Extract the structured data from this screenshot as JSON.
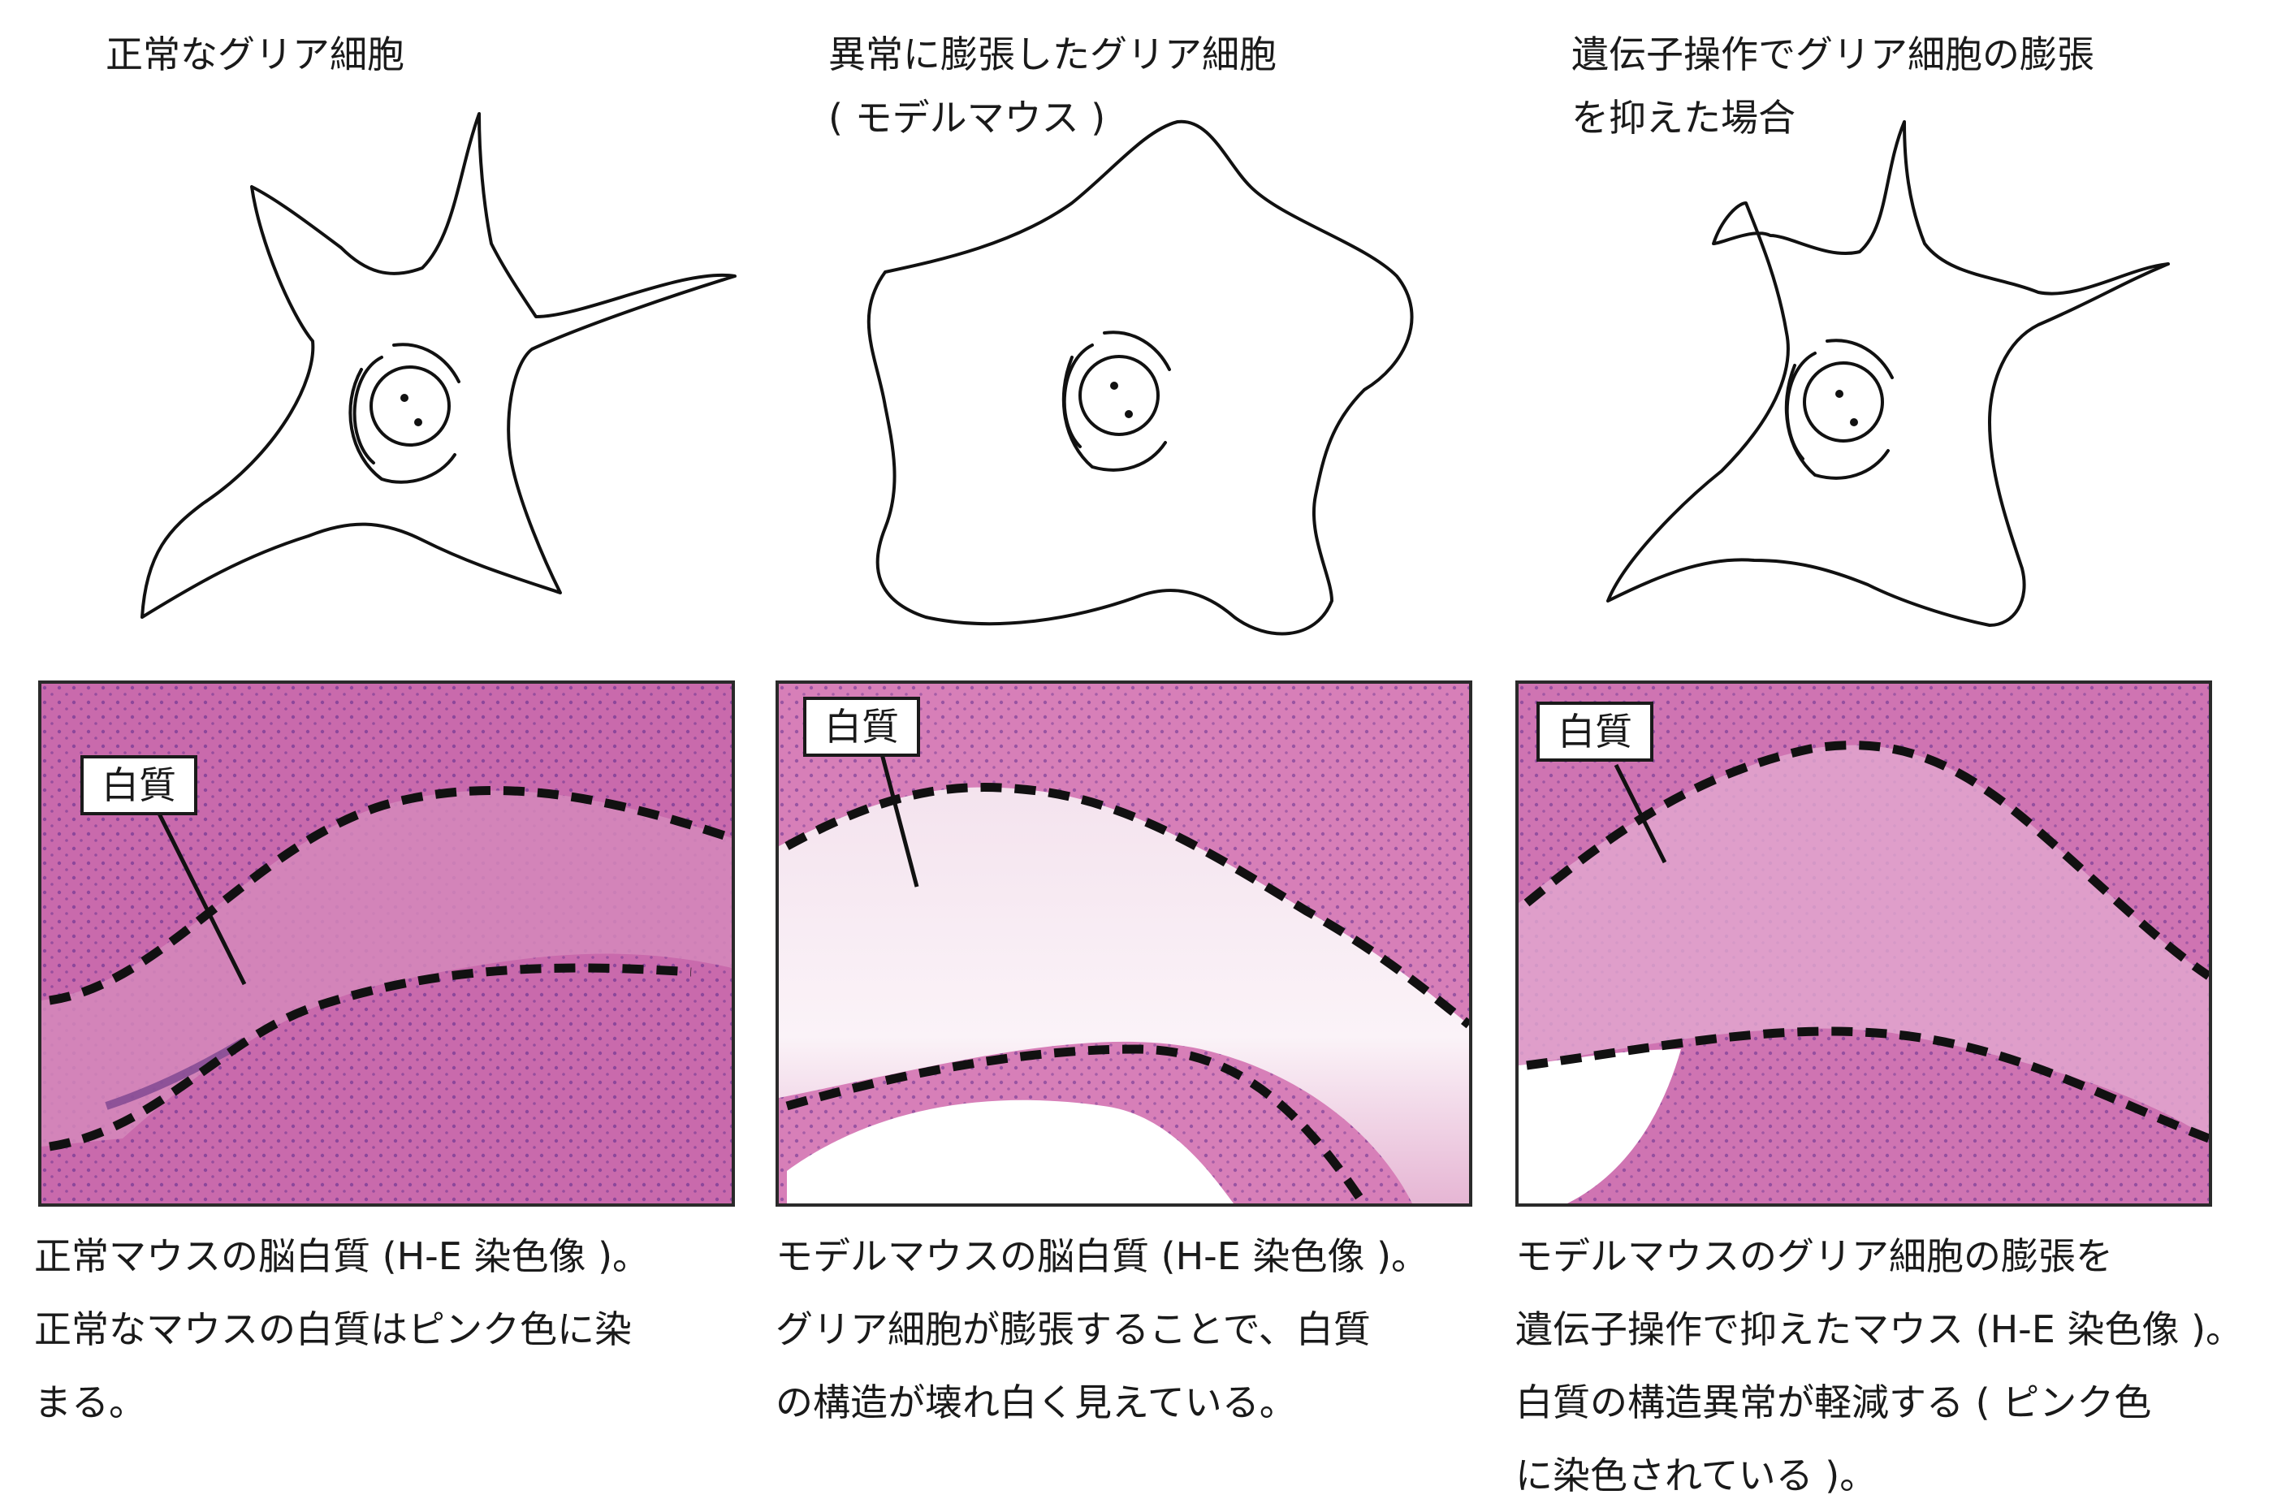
{
  "cells": [
    {
      "title": "正常なグリア細胞"
    },
    {
      "title": "異常に膨張したグリア細胞\n( モデルマウス )"
    },
    {
      "title": "遺伝子操作でグリア細胞の膨張\nを抑えた場合"
    }
  ],
  "panels": [
    {
      "label": "白質",
      "caption": "正常マウスの脳白質 (H-E 染色像 )。\n正常なマウスの白質はピンク色に染\nまる。"
    },
    {
      "label": "白質",
      "caption": "モデルマウスの脳白質 (H-E 染色像 )。\nグリア細胞が膨張することで、白質\nの構造が壊れ白く見えている。"
    },
    {
      "label": "白質",
      "caption": "モデルマウスのグリア細胞の膨張を\n遺伝子操作で抑えたマウス (H-E 染色像 )。\n白質の構造異常が軽減する ( ピンク色\nに染色されている )。"
    }
  ],
  "colors": {
    "tissue": "#c96aac",
    "tissue_light": "#d98bbf",
    "nuclei": "#5b2a8c",
    "white_matter_swollen": "#f7eef4",
    "dashes": "#111111"
  }
}
